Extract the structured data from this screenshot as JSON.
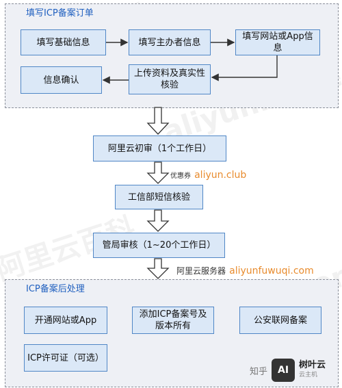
{
  "section1": {
    "title": "填写ICP备案订单",
    "steps": [
      "填写基础信息",
      "填写主办者信息",
      "填写网站或App信息",
      "上传资料及真实性核验",
      "信息确认"
    ]
  },
  "main_flow": [
    "阿里云初审（1个工作日）",
    "工信部短信核验",
    "管局审核（1~20个工作日）"
  ],
  "notes": {
    "coupon_label": "优惠券",
    "coupon_site": "aliyun.club",
    "server_label": "阿里云服务器",
    "server_site": "aliyunfuwuqi.com"
  },
  "section2": {
    "title": "ICP备案后处理",
    "items": [
      "开通网站或App",
      "添加ICP备案号及版本所有",
      "公安联网备案",
      "ICP许可证（可选）"
    ]
  },
  "watermarks": [
    "阿里云百科",
    "aliyunbaike.com"
  ],
  "branding": {
    "zhihu": "知乎",
    "logo_text": "AI",
    "name": "树叶云",
    "sub": "云主机"
  },
  "colors": {
    "box_fill": "#dbe8f7",
    "box_border": "#4f86c6",
    "title": "#1f5fbf",
    "note_orange": "#e88b2d"
  }
}
